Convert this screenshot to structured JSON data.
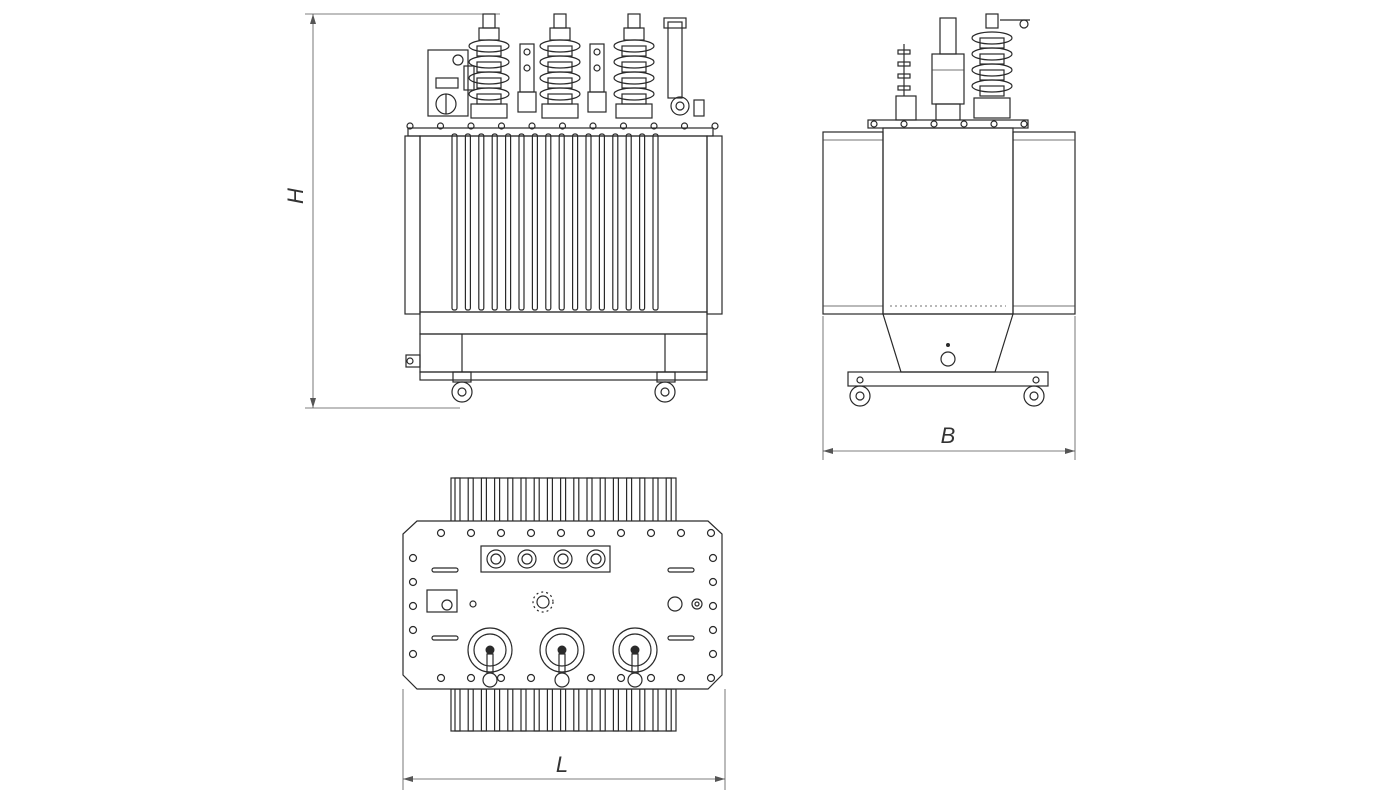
{
  "dimensions": {
    "height_label": "H",
    "width_label": "B",
    "length_label": "L"
  }
}
